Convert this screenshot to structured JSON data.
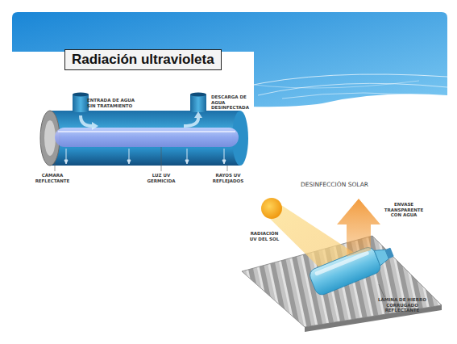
{
  "diagram": {
    "title": "Radiación ultravioleta",
    "labels": [
      "ENTRADA DE AGUA SIN TRATAMIENTO",
      "DESCARGA DE AGUA DESINFECTADA",
      "CÁMARA REFLECTANTE",
      "LUZ UV GERMICIDA",
      "RAYOS UV REFLEJADOS",
      "DESINFECCIÓN SOLAR",
      "RADIACIÓN UV DEL SOL",
      "ENVASE TRANSPARENTE CON AGUA",
      "LÁMINA DE HIERRO CORRUGADO REFLECTANTE"
    ]
  }
}
